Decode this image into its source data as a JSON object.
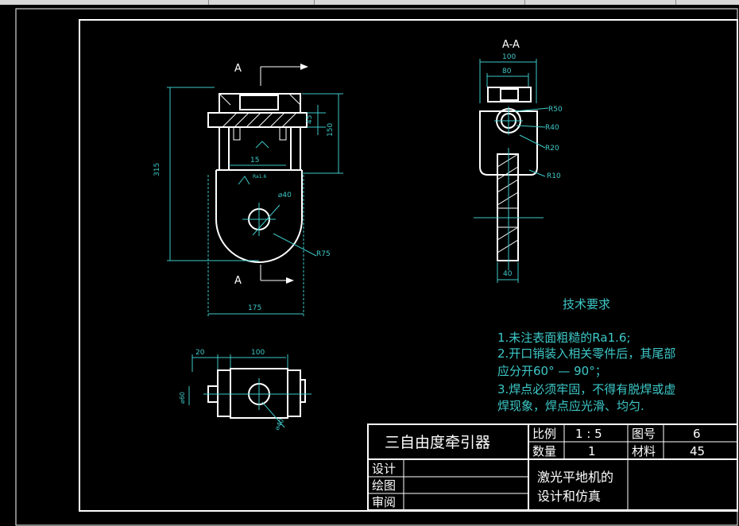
{
  "views": {
    "section_label": "A-A",
    "cut_label_top": "A",
    "cut_label_bottom": "A"
  },
  "dims": {
    "front_height": "315",
    "front_mid": "45",
    "front_150": "150",
    "front_15": "15",
    "front_bore": "⌀40",
    "front_r75": "R75",
    "front_width": "175",
    "surface_mark": "Ra1.6",
    "sec_100": "100",
    "sec_80": "80",
    "sec_r50": "R50",
    "sec_r40": "R40",
    "sec_r20": "R20",
    "sec_r10": "R10",
    "sec_40": "40",
    "top_20": "20",
    "top_100": "100",
    "top_d60": "⌀60",
    "top_d40": "⌀40"
  },
  "tech_req": {
    "title": "技术要求",
    "line1": "1.未注表面粗糙的Ra1.6;",
    "line2": "2.开口销装入相关零件后，其尾部",
    "line3": "应分开60° — 90°；",
    "line4": "3.焊点必须牢固，不得有脱焊或虚",
    "line5": "焊现象，焊点应光滑、均匀."
  },
  "title_block": {
    "part_name": "三自由度牵引器",
    "scale_label": "比例",
    "scale_value": "1 : 5",
    "drawing_no_label": "图号",
    "drawing_no_value": "6",
    "qty_label": "数量",
    "qty_value": "1",
    "material_label": "材料",
    "material_value": "45",
    "design_label": "设计",
    "draw_label": "绘图",
    "review_label": "审阅",
    "project_line1": "激光平地机的",
    "project_line2": "设计和仿真"
  },
  "colors": {
    "background": "#000000",
    "outline": "#ffffff",
    "dimension": "#3ec8c8"
  }
}
